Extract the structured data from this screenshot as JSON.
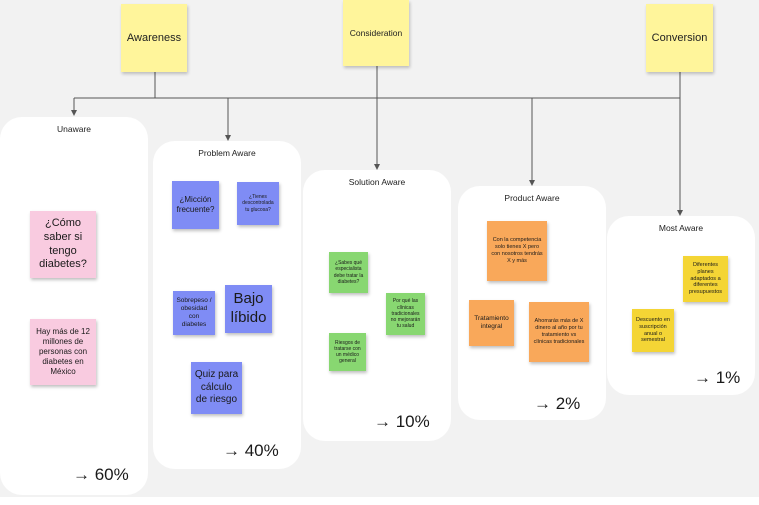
{
  "headers": [
    {
      "label": "Awareness"
    },
    {
      "label": "Consideration"
    },
    {
      "label": "Conversion"
    }
  ],
  "stages": [
    {
      "title": "Unaware",
      "percent": "→ 60%",
      "notes": [
        {
          "text": "¿Cómo saber si tengo diabetes?",
          "color": "#f9cbe0"
        },
        {
          "text": "Hay más de 12 millones de personas con diabetes en México",
          "color": "#f9cbe0"
        }
      ]
    },
    {
      "title": "Problem Aware",
      "percent": "→ 40%",
      "notes": [
        {
          "text": "¿Micción frecuente?",
          "color": "#7f8cf5"
        },
        {
          "text": "¿Tienes descontrolada tu glucosa?",
          "color": "#7f8cf5"
        },
        {
          "text": "Sobrepeso / obesidad con diabetes",
          "color": "#7f8cf5"
        },
        {
          "text": "Bajo líbido",
          "color": "#7f8cf5"
        },
        {
          "text": "Quiz para cálculo de riesgo",
          "color": "#7f8cf5"
        }
      ]
    },
    {
      "title": "Solution Aware",
      "percent": "→ 10%",
      "notes": [
        {
          "text": "¿Sabes qué especialista debe tratar la diabetes?",
          "color": "#88d771"
        },
        {
          "text": "Por qué las clínicas tradicionales no mejorarán tu salud",
          "color": "#88d771"
        },
        {
          "text": "Riesgos de tratarse con un médico general",
          "color": "#88d771"
        }
      ]
    },
    {
      "title": "Product Aware",
      "percent": "→ 2%",
      "notes": [
        {
          "text": "Con la competencia solo tienes X pero con nosotros tendrás X y más",
          "color": "#f9a85a"
        },
        {
          "text": "Tratamiento integral",
          "color": "#f9a85a"
        },
        {
          "text": "Ahorrarás más de X dinero al año por tu tratamiento vs clínicas tradicionales",
          "color": "#f9a85a"
        }
      ]
    },
    {
      "title": "Most Aware",
      "percent": "→ 1%",
      "notes": [
        {
          "text": "Diferentes planes adaptados a diferentes presupuestos",
          "color": "#f4d535"
        },
        {
          "text": "Descuento en suscripción anual o semestral",
          "color": "#f4d535"
        }
      ]
    }
  ]
}
